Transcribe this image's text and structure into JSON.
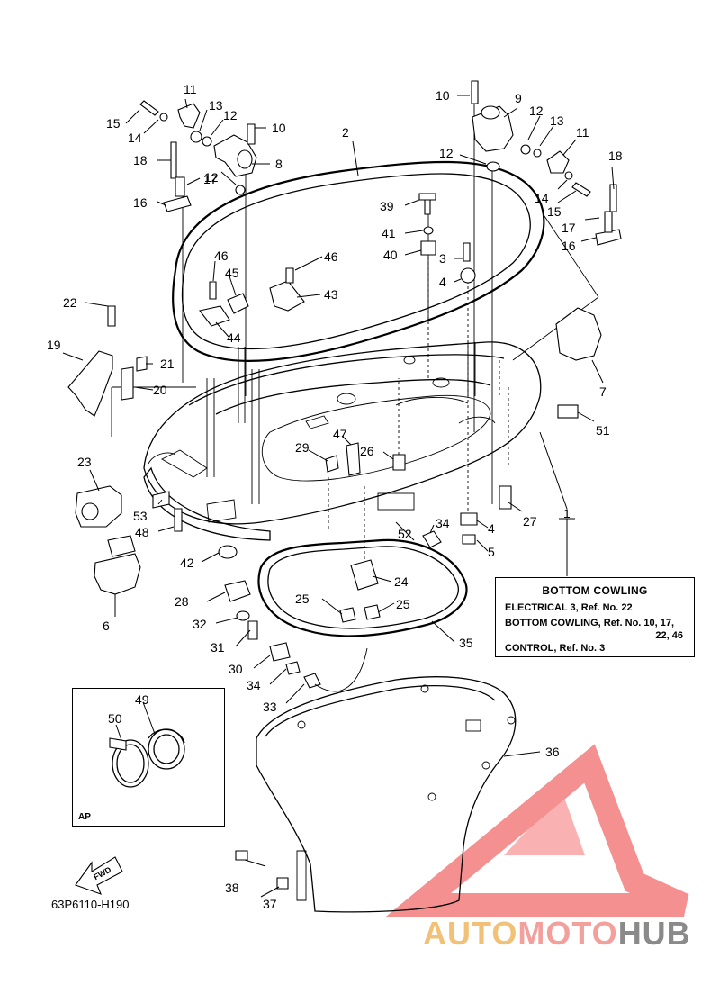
{
  "diagram": {
    "code": "63P6110-H190",
    "fwd_label": "FWD",
    "ap_label": "AP"
  },
  "reference_box": {
    "title": "BOTTOM COWLING",
    "lines": [
      "ELECTRICAL 3,  Ref. No. 22",
      "BOTTOM COWLING,  Ref. No. 10, 17,",
      "22, 46",
      "CONTROL,  Ref. No. 3"
    ]
  },
  "callouts": {
    "c1": "1",
    "c2": "2",
    "c3": "3",
    "c4a": "4",
    "c4b": "4",
    "c5": "5",
    "c6": "6",
    "c7": "7",
    "c8": "8",
    "c9": "9",
    "c10a": "10",
    "c10b": "10",
    "c11a": "11",
    "c11b": "11",
    "c12a": "12",
    "c12b": "12",
    "c12c": "12",
    "c12d": "12",
    "c13a": "13",
    "c13b": "13",
    "c14a": "14",
    "c14b": "14",
    "c15a": "15",
    "c15b": "15",
    "c16a": "16",
    "c16b": "16",
    "c17a": "17",
    "c17b": "17",
    "c18a": "18",
    "c18b": "18",
    "c19": "19",
    "c20": "20",
    "c21": "21",
    "c22": "22",
    "c23": "23",
    "c24": "24",
    "c25a": "25",
    "c25b": "25",
    "c26": "26",
    "c27": "27",
    "c28": "28",
    "c29": "29",
    "c30": "30",
    "c31": "31",
    "c32": "32",
    "c33": "33",
    "c34a": "34",
    "c34b": "34",
    "c35": "35",
    "c36": "36",
    "c37": "37",
    "c38": "38",
    "c39": "39",
    "c40": "40",
    "c41": "41",
    "c42": "42",
    "c43": "43",
    "c44": "44",
    "c45": "45",
    "c46a": "46",
    "c46b": "46",
    "c47": "47",
    "c48": "48",
    "c49": "49",
    "c50": "50",
    "c51": "51",
    "c52": "52",
    "c53": "53"
  },
  "watermark": {
    "part1": "AUTO",
    "part2": "MOTO",
    "part3": "HUB",
    "colors": {
      "auto": "#f2c178",
      "moto": "#f3a09d",
      "hub": "#8a8a8a",
      "triangle": "#f26b6b"
    }
  }
}
